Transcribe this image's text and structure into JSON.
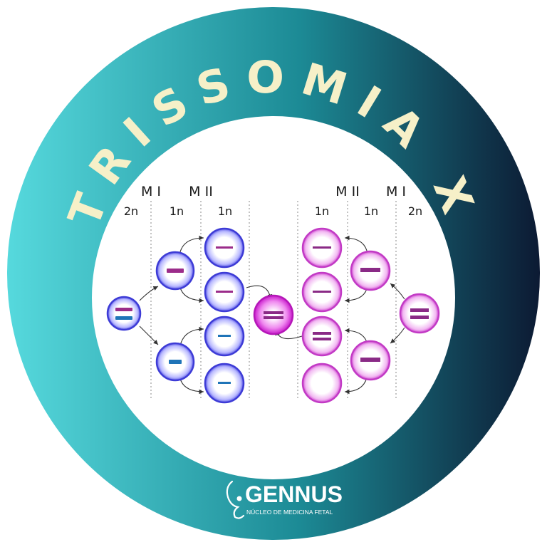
{
  "title": "TRISSOMIA X",
  "ring_colors": {
    "left": "#56d9dd",
    "mid": "#1c8a95",
    "right": "#0c1a33"
  },
  "paternal": {
    "stage_labels": [
      "M I",
      "M II"
    ],
    "ploidy_labels": [
      "2n",
      "1n",
      "1n"
    ],
    "cell_color": "#4a4de0",
    "chromosome_colors": [
      "#9b2c8a",
      "#1f74b8"
    ]
  },
  "maternal": {
    "stage_labels": [
      "M II",
      "M I"
    ],
    "ploidy_labels": [
      "1n",
      "1n",
      "2n"
    ],
    "cell_color": "#c637c9",
    "chromosome_color": "#8a2a86"
  },
  "zygote": {
    "cell_color": "#d21ed6",
    "chromosome_color": "#8a2a86"
  },
  "logo": {
    "name": "GENNUS",
    "subtitle": "NÚCLEO DE MEDICINA FETAL"
  }
}
